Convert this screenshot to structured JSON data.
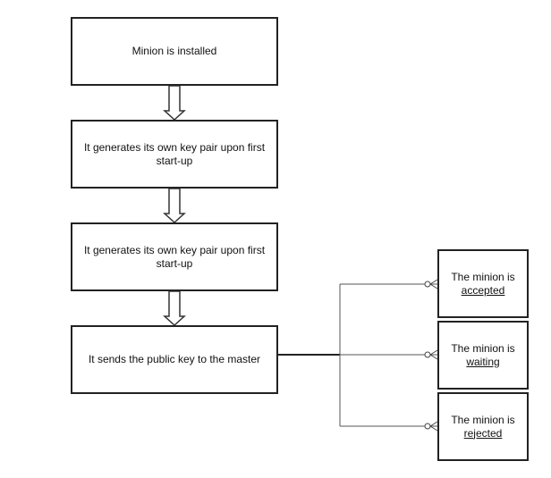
{
  "flow_steps": [
    {
      "label": "Minion is installed"
    },
    {
      "label": "It generates its own key pair upon first start-up"
    },
    {
      "label": "It generates its own key pair upon first start-up"
    },
    {
      "label": "It sends the public key to the master"
    }
  ],
  "minion_states": [
    {
      "prefix": "The minion is",
      "status": "accepted"
    },
    {
      "prefix": "The minion is",
      "status": "waiting"
    },
    {
      "prefix": "The minion is",
      "status": "rejected"
    }
  ],
  "colors": {
    "stroke": "#222222",
    "connector": "#333333",
    "background": "#ffffff"
  }
}
